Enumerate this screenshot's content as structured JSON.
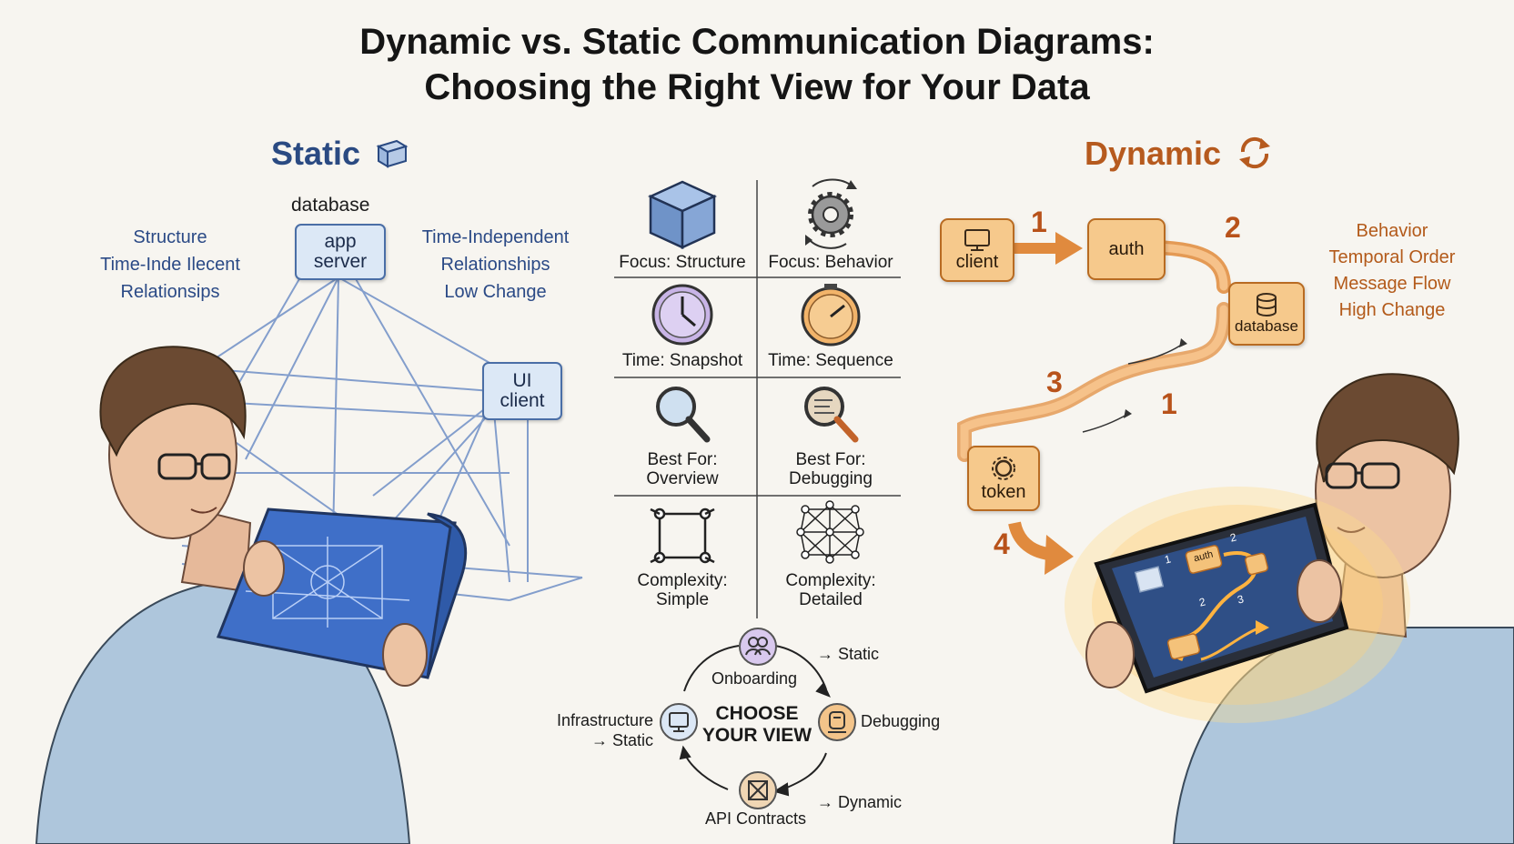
{
  "title": {
    "line1": "Dynamic vs. Static Communication Diagrams:",
    "line2": "Choosing the Right View for Your Data"
  },
  "static": {
    "heading": "Static",
    "left_notes": [
      "Structure",
      "Time-Inde​ ​Ilecent",
      "Relationsips"
    ],
    "right_notes": [
      "Time-Independent",
      "Relationships",
      "Low Change"
    ],
    "nodes": {
      "database_label": "database",
      "app_server": [
        "app",
        "server"
      ],
      "ui_client": [
        "UI",
        "client"
      ]
    }
  },
  "dynamic": {
    "heading": "Dynamic",
    "notes": [
      "Behavior",
      "Temporal Order",
      "Message Flow",
      "High Change"
    ],
    "nodes": {
      "client": "client",
      "auth": "auth",
      "database": "database",
      "token": "token"
    },
    "steps": [
      "1",
      "2",
      "3",
      "1",
      "4"
    ],
    "tablet_labels": [
      "1",
      "auth",
      "2",
      "2",
      "3"
    ]
  },
  "comparison": {
    "cells": [
      {
        "label": [
          "Focus: Structure"
        ],
        "icon": "cube-icon"
      },
      {
        "label": [
          "Focus: Behavior"
        ],
        "icon": "gear-cycle-icon"
      },
      {
        "label": [
          "Time: Snapshot"
        ],
        "icon": "clock-icon"
      },
      {
        "label": [
          "Time: Sequence"
        ],
        "icon": "stopwatch-icon"
      },
      {
        "label": [
          "Best For:",
          "Overview"
        ],
        "icon": "magnifier-icon"
      },
      {
        "label": [
          "Best For:",
          "Debugging"
        ],
        "icon": "magnifier-code-icon"
      },
      {
        "label": [
          "Complexity:",
          "Simple"
        ],
        "icon": "square-network-icon"
      },
      {
        "label": [
          "Complexity:",
          "Detailed"
        ],
        "icon": "dense-network-icon"
      }
    ]
  },
  "choose_view": {
    "center": [
      "CHOOSE",
      "YOUR VIEW"
    ],
    "onboarding": "Onboarding",
    "onboarding_result": "→ Static",
    "debugging": "Debugging",
    "api": "API Contracts",
    "api_result": "→ Dynamic",
    "infrastructure": "Infrastructure",
    "infrastructure_result": "→ Static"
  },
  "colors": {
    "static_blue": "#2a4a82",
    "dynamic_orange": "#b65a1e",
    "node_fill_orange": "#f6c98c",
    "node_fill_blue": "#dce8f6"
  }
}
